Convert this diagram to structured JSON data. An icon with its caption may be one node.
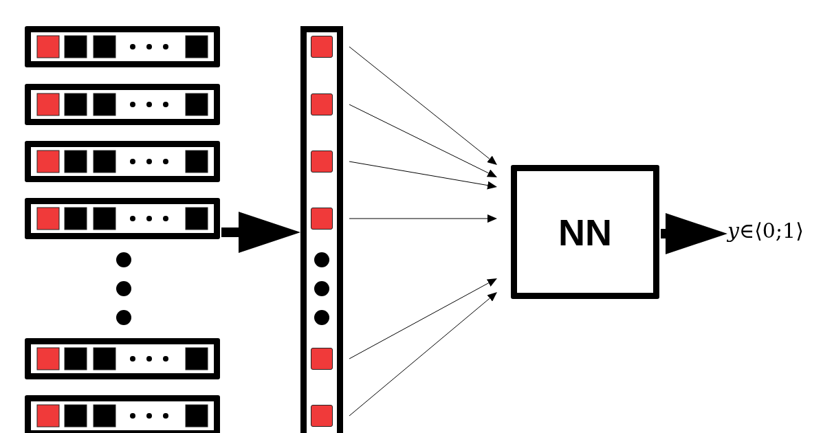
{
  "diagram": {
    "nodes": [
      {
        "text": [],
        "shape": "box"
      },
      {
        "text": [],
        "shape": "box"
      },
      {
        "text": [],
        "shape": "box"
      },
      {
        "text": [],
        "shape": "box"
      },
      {
        "text": [],
        "shape": "box"
      },
      {
        "text": [],
        "shape": "box"
      },
      {
        "text": [],
        "shape": "bar"
      },
      {
        "text": [],
        "shape": "box",
        "in": 6
      },
      {
        "text": [],
        "shape": "box",
        "in": 6
      },
      {
        "text": [],
        "shape": "box",
        "in": 6
      },
      {
        "text": [],
        "shape": "box",
        "in": 6
      },
      {
        "text": [],
        "shape": "box",
        "in": 6
      },
      {
        "text": [],
        "shape": "box",
        "in": 6
      },
      {
        "text": [
          "NN"
        ]
      },
      {
        "text": [
          "*y*∈⟨0;1⟩"
        ]
      }
    ],
    "edges": [
      {
        "from": 3,
        "to": 6,
        "arrow": "to",
        "style": "thick"
      },
      {
        "from": 7,
        "to": 13,
        "arrow": "to"
      },
      {
        "from": 8,
        "to": 13,
        "arrow": "to"
      },
      {
        "from": 9,
        "to": 13,
        "arrow": "to"
      },
      {
        "from": 10,
        "to": 13,
        "arrow": "to"
      },
      {
        "from": 11,
        "to": 13,
        "arrow": "to"
      },
      {
        "from": 12,
        "to": 13,
        "arrow": "to"
      },
      {
        "from": 13,
        "to": 14,
        "arrow": "to",
        "style": "thick"
      }
    ]
  }
}
